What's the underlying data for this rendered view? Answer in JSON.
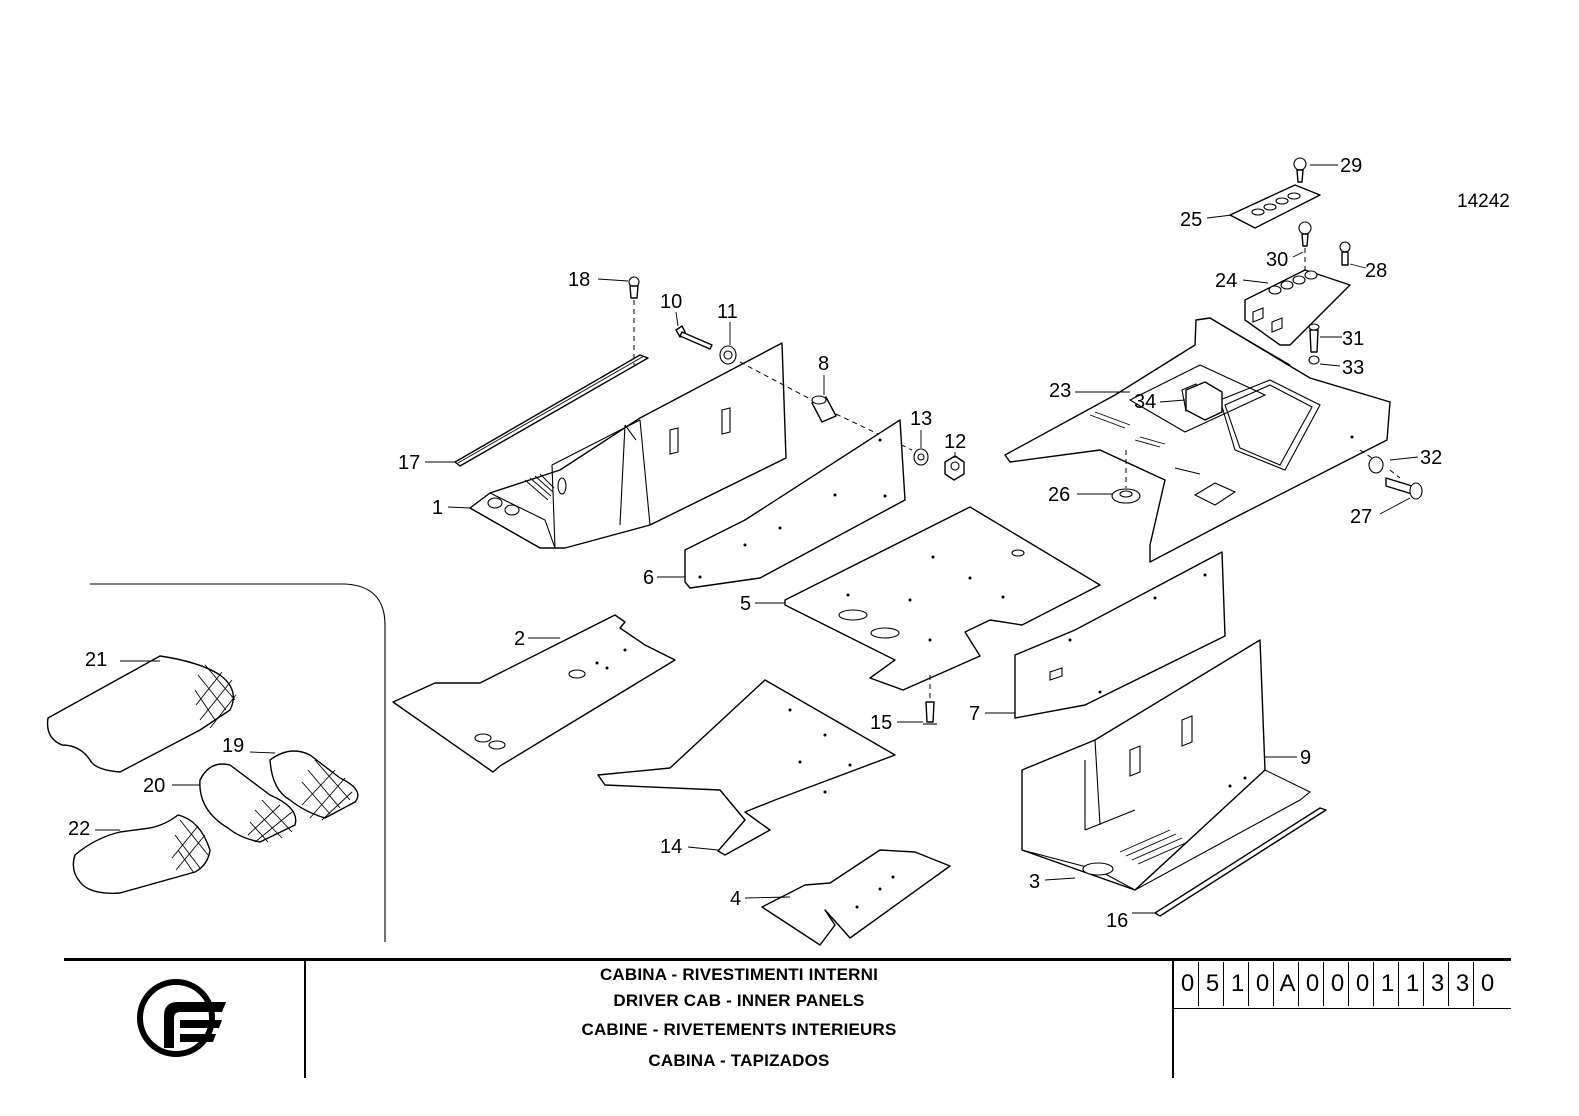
{
  "drawing_ref": "14242",
  "callouts": [
    "1",
    "2",
    "3",
    "4",
    "5",
    "6",
    "7",
    "8",
    "9",
    "10",
    "11",
    "12",
    "13",
    "14",
    "15",
    "16",
    "17",
    "18",
    "19",
    "20",
    "21",
    "22",
    "23",
    "24",
    "25",
    "26",
    "27",
    "28",
    "29",
    "30",
    "31",
    "32",
    "33",
    "34"
  ],
  "title_block": {
    "lines": [
      "CABINA - RIVESTIMENTI INTERNI",
      "DRIVER CAB - INNER PANELS",
      "CABINE - RIVETEMENTS INTERIEURS",
      "CABINA - TAPIZADOS"
    ],
    "part_code": [
      "0",
      "5",
      "1",
      "0",
      "A",
      "0",
      "0",
      "0",
      "1",
      "1",
      "3",
      "3",
      "0"
    ]
  }
}
